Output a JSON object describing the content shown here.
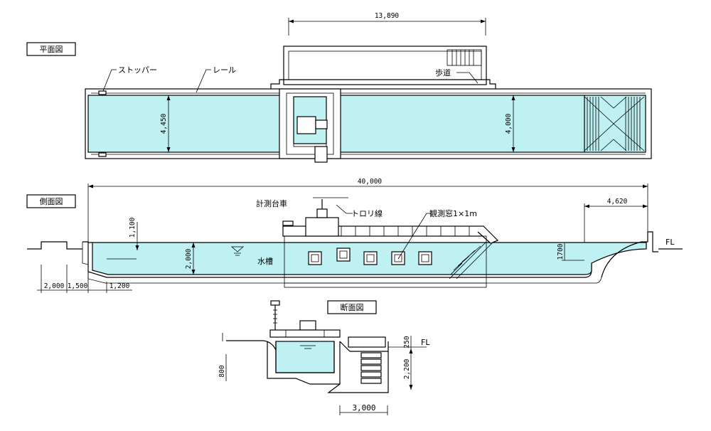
{
  "views": {
    "plan": "平面図",
    "side": "側面図",
    "section": "断面図"
  },
  "labels": {
    "stopper": "ストッパー",
    "rail": "レール",
    "walkway": "歩道",
    "carriage": "計測台車",
    "trolley": "トロリ線",
    "window": "観測窓1×1m",
    "tank": "水槽",
    "fl_side": "FL",
    "fl_section": "FL"
  },
  "dimensions": {
    "walkway_width": "13,890",
    "plan_width_left": "4,450",
    "plan_width_right": "4,000",
    "total_length": "40,000",
    "beach_length": "4,620",
    "freeboard": "1,100",
    "water_depth": "2,000",
    "beach_height": "1700",
    "pit_1": "2,000",
    "pit_2": "1,500",
    "pit_3": "1,200",
    "section_top": "250",
    "section_depth": "2,200",
    "section_left": "800",
    "section_width": "3,000"
  },
  "colors": {
    "water": "#bff1f3",
    "line": "#000000"
  }
}
